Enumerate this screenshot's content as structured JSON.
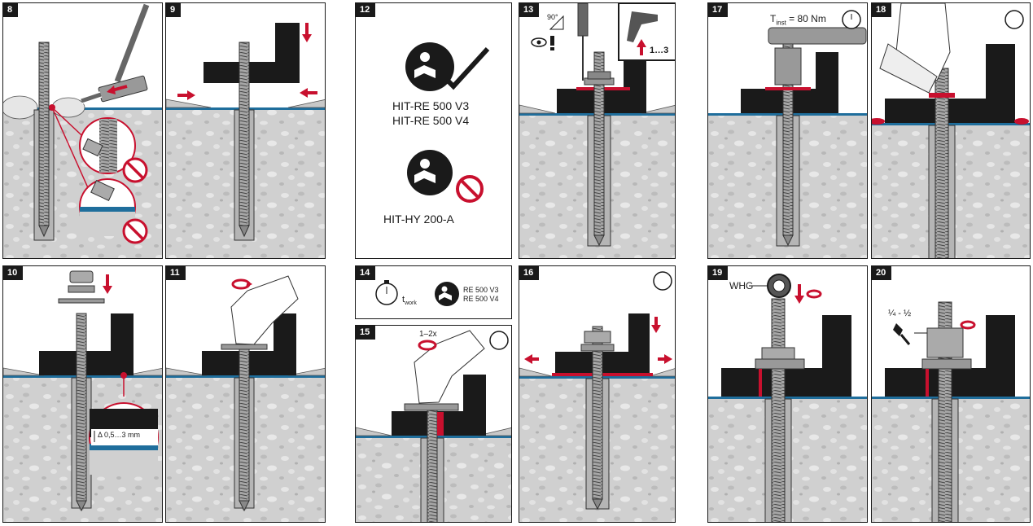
{
  "steps": [
    {
      "n": "8"
    },
    {
      "n": "9"
    },
    {
      "n": "10"
    },
    {
      "n": "11"
    },
    {
      "n": "12"
    },
    {
      "n": "13"
    },
    {
      "n": "14"
    },
    {
      "n": "15"
    },
    {
      "n": "16"
    },
    {
      "n": "17"
    },
    {
      "n": "18"
    },
    {
      "n": "19"
    },
    {
      "n": "20"
    }
  ],
  "step10": {
    "gap": "Δ 0,5…3 mm"
  },
  "step12": {
    "ok_line1": "HIT-RE 500 V3",
    "ok_line2": "HIT-RE 500 V4",
    "not_ok": "HIT-HY 200-A"
  },
  "step13": {
    "angle": "90°",
    "strokes": "1…3"
  },
  "step14": {
    "t": "t",
    "t_sub": "work",
    "line1": "RE 500 V3",
    "line2": "RE 500 V4"
  },
  "step15": {
    "times": "1–2x"
  },
  "step17": {
    "t": "T",
    "t_sub": "inst",
    "value": "= 80 Nm"
  },
  "step19": {
    "washer": "WHG"
  },
  "step20": {
    "turn": "¼ - ½"
  },
  "colors": {
    "red": "#c8102e",
    "blue": "#1f6e9c",
    "concrete": "#d2d2d2",
    "black": "#1a1a1a"
  }
}
